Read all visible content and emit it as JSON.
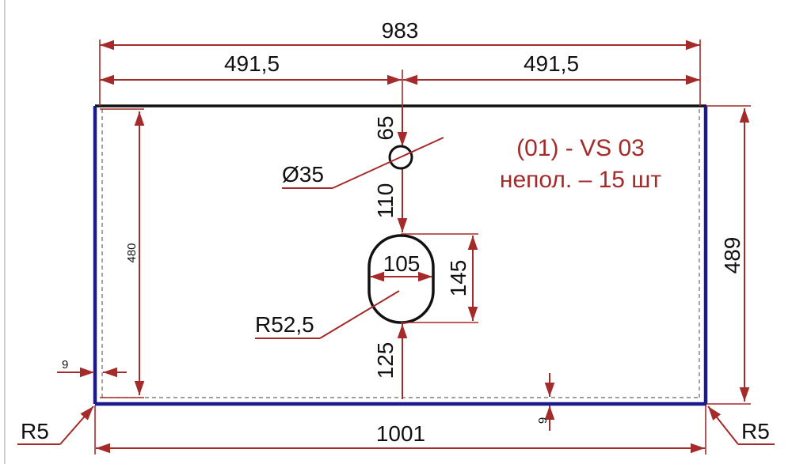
{
  "colors": {
    "dimension": "#a52a2a",
    "panel_outline": "#1a1a8c",
    "panel_top_edge": "#111111",
    "note": "#a52a2a",
    "text": "#111111",
    "left_border": "#d0d0d0"
  },
  "dimensions": {
    "overall_top": "983",
    "half_left": "491,5",
    "half_right": "491,5",
    "overall_bottom": "1001",
    "height_right": "489",
    "height_inner_left": "480",
    "hole_offset_top": "65",
    "hole_to_cutout": "110",
    "cutout_width": "105",
    "cutout_height": "145",
    "cutout_to_bottom": "125",
    "edge_left": "9",
    "edge_bottom": "9"
  },
  "callouts": {
    "hole_diameter": "Ø35",
    "cutout_radius": "R52,5",
    "corner_left": "R5",
    "corner_right": "R5"
  },
  "note": {
    "line1": "(01) - VS 03",
    "line2": "непол. – 15 шт"
  }
}
